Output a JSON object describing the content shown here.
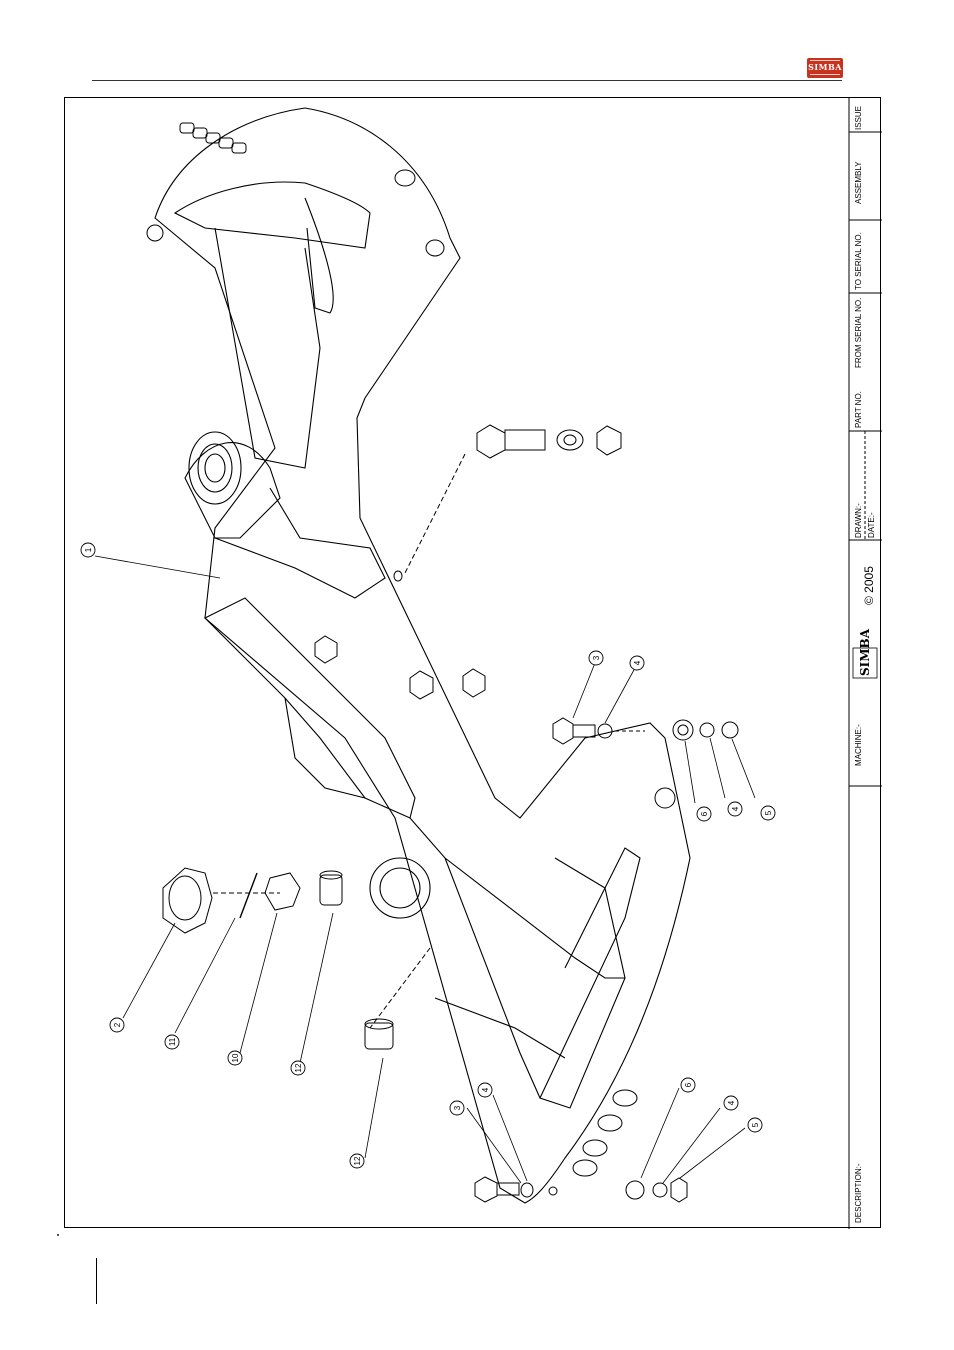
{
  "header": {
    "brand": "SIMBA"
  },
  "title_block": {
    "description_label": "DESCRIPTION:-",
    "machine_label": "MACHINE:-",
    "brand": "SIMBA",
    "copyright": "© 2005",
    "drawn_label": "DRAWN:-",
    "date_label": "DATE:-",
    "part_no_label": "PART NO.",
    "from_serial_label": "FROM SERIAL NO.",
    "to_serial_label": "TO SERIAL NO.",
    "assembly_label": "ASSEMBLY",
    "issue_label": "ISSUE"
  },
  "callouts": [
    "1",
    "2",
    "11",
    "10",
    "12",
    "12",
    "3",
    "4",
    "6",
    "4",
    "5",
    "3",
    "4",
    "6",
    "4",
    "5"
  ]
}
